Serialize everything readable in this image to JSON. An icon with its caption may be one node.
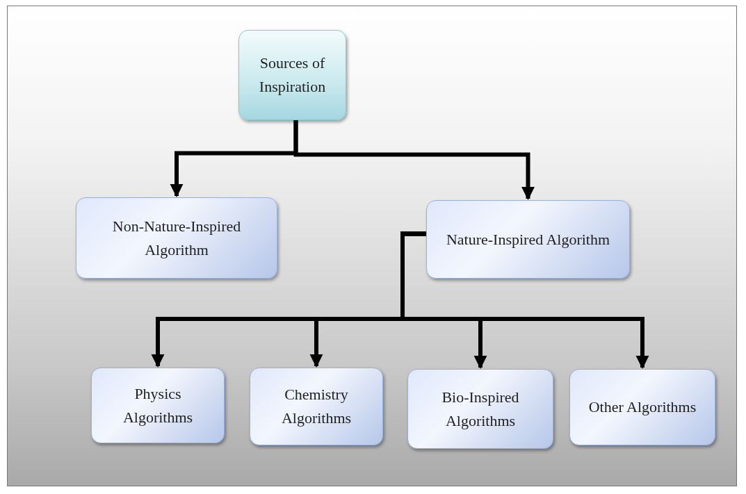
{
  "diagram": {
    "nodes": [
      {
        "text": [
          "Sources of Inspiration"
        ]
      },
      {
        "text": [
          "Non-Nature-Inspired Algorithm"
        ]
      },
      {
        "text": [
          "Nature-Inspired Algorithm"
        ]
      },
      {
        "text": [
          "Physics Algorithms"
        ]
      },
      {
        "text": [
          "Chemistry Algorithms"
        ]
      },
      {
        "text": [
          "Bio-Inspired Algorithms"
        ]
      },
      {
        "text": [
          "Other Algorithms"
        ]
      }
    ],
    "edges": [
      {
        "from": 0,
        "to": 1,
        "arrow": "to"
      },
      {
        "from": 0,
        "to": 2,
        "arrow": "to"
      },
      {
        "from": 2,
        "to": 3,
        "arrow": "to"
      },
      {
        "from": 2,
        "to": 4,
        "arrow": "to"
      },
      {
        "from": 2,
        "to": 5,
        "arrow": "to"
      },
      {
        "from": 2,
        "to": 6,
        "arrow": "to"
      }
    ]
  }
}
